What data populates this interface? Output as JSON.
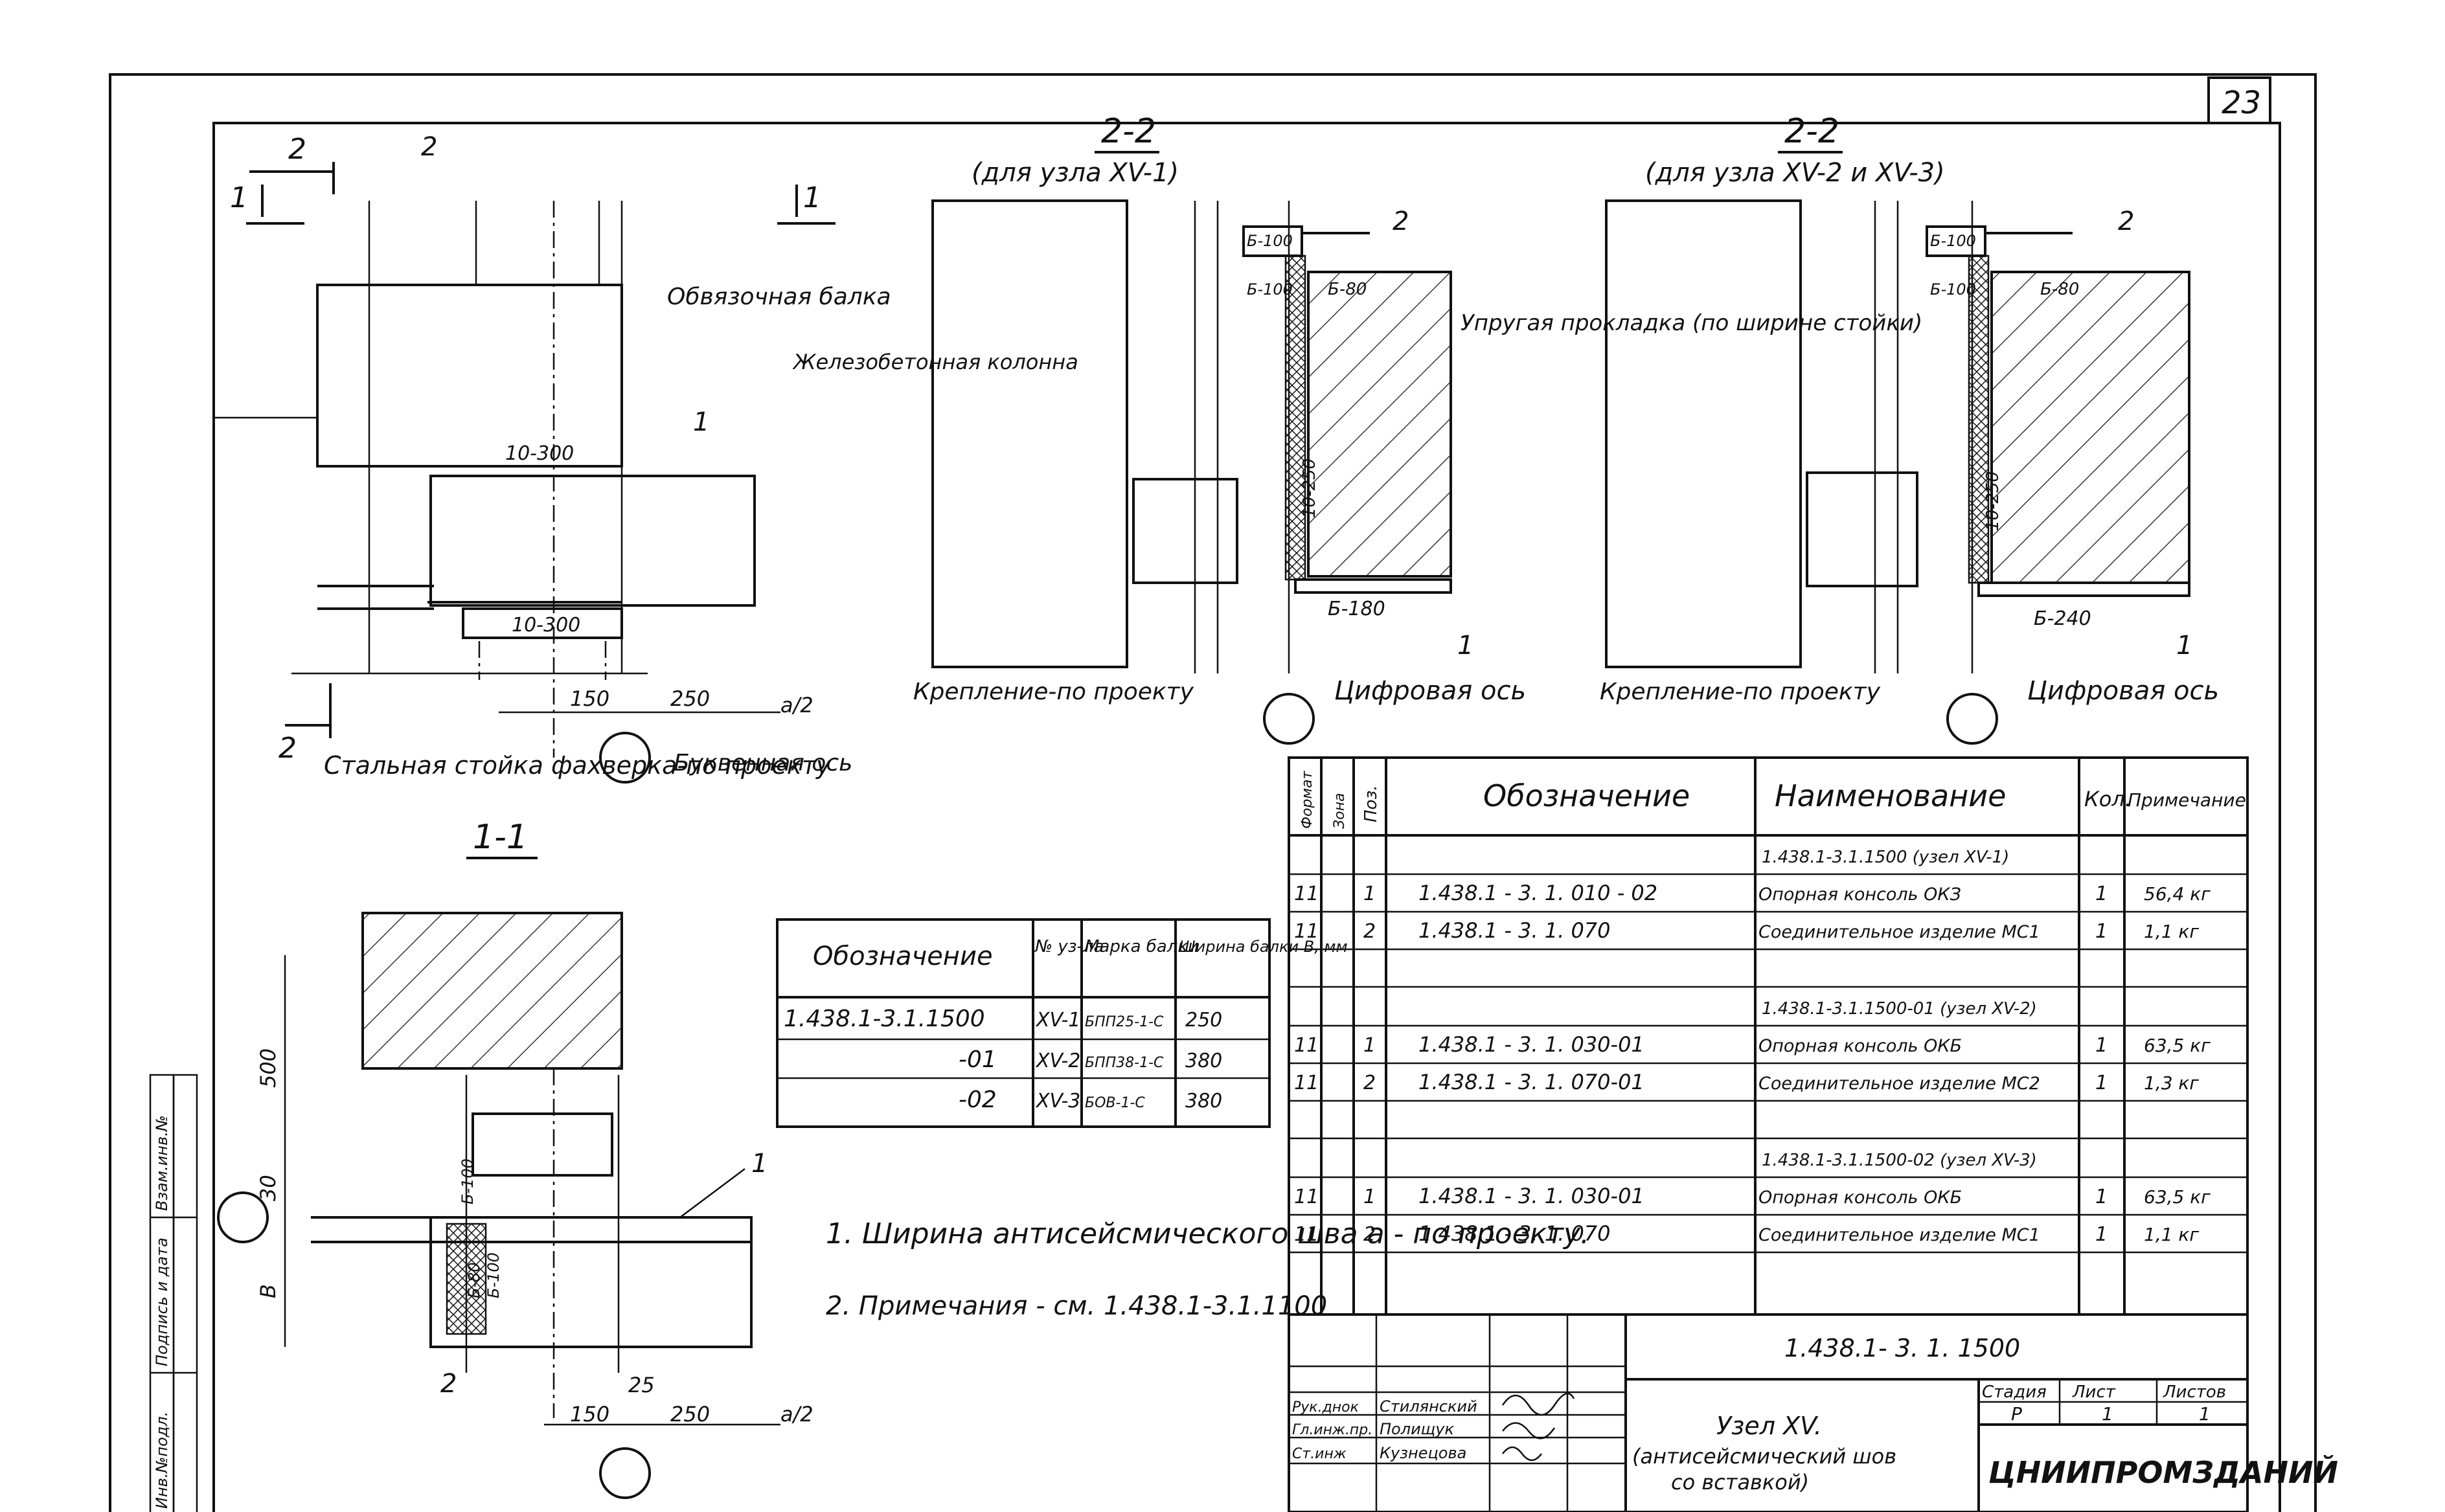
{
  "sheet": {
    "page_number": "23",
    "doc_code": "1.438.1- 3. 1. 1500",
    "title_lines": [
      "Узел XV.",
      "(антисейсмический шов",
      "со вставкой)"
    ],
    "org": "ЦНИИПРОМЗДАНИЙ",
    "stage_hdr": "Стадия",
    "stage_val": "Р",
    "sheet_hdr": "Лист",
    "sheet_val": "1",
    "sheets_hdr": "Листов",
    "sheets_val": "1"
  },
  "signatures": [
    {
      "role": "Рук.днок",
      "name": "Стилянский"
    },
    {
      "role": "Гл.инж.пр.",
      "name": "Полищук"
    },
    {
      "role": "Ст.инж",
      "name": "Кузнецова"
    }
  ],
  "left_stamp": [
    "Инв.№подл.",
    "Подпись и дата",
    "Взам.инв.№"
  ],
  "views": {
    "plan": {
      "cut_marks": [
        "2",
        "1",
        "1",
        "2"
      ],
      "labels": {
        "pos2": "2",
        "pos1": "1",
        "beam": "Обвязочная балка",
        "plate_top": "10-300",
        "plate_bot": "10-300",
        "dim_150": "150",
        "dim_250": "250",
        "dim_a": "а/2",
        "post": "Стальная стойка фахверка-по проекту",
        "axis": "Буквенная ось"
      }
    },
    "section_1_1": {
      "title": "1-1",
      "labels": {
        "dim_500": "500",
        "dim_30": "30",
        "dim_B": "В",
        "plate": "Б-100",
        "plate2": "Б-80",
        "plate3": "Б-100",
        "pos1": "1",
        "pos2": "2",
        "dim_25": "25",
        "dim_150": "150",
        "dim_250": "250",
        "dim_a": "а/2"
      }
    },
    "section_2_2_a": {
      "title": "2-2",
      "subtitle": "(для узла XV-1)",
      "labels": {
        "column": "Железобетонная колонна",
        "b100a": "Б-100",
        "b100b": "Б-100",
        "b80": "Б-80",
        "p10": "10-250",
        "b180": "Б-180",
        "pos1": "1",
        "pos2": "2",
        "fix": "Крепление-по проекту",
        "axis": "Цифровая ось"
      }
    },
    "section_2_2_b": {
      "title": "2-2",
      "subtitle": "(для узла XV-2 и XV-3)",
      "labels": {
        "b100a": "Б-100",
        "b100b": "Б-100",
        "b80": "Б-80",
        "p10": "10-250",
        "b240": "Б-240",
        "pos1": "1",
        "pos2": "2",
        "fix": "Крепление-по проекту",
        "axis": "Цифровая ось"
      }
    },
    "pad_note": "Упругая прокладка (по ширине стойки)"
  },
  "notes": [
    "1. Ширина антисейсмического шва а - по проекту.",
    "2. Примечания - см. 1.438.1-3.1.1100"
  ],
  "small_table": {
    "headers": [
      "Обозначение",
      "№ уз-ла",
      "Марка балки",
      "Ширина балки В, мм"
    ],
    "rows": [
      [
        "1.438.1-3.1.1500",
        "XV-1",
        "БПП25-1-С",
        "250"
      ],
      [
        "-01",
        "XV-2",
        "БПП38-1-С",
        "380"
      ],
      [
        "-02",
        "XV-3",
        "БОВ-1-С",
        "380"
      ]
    ]
  },
  "spec_table": {
    "headers": [
      "Формат",
      "Зона",
      "Поз.",
      "Обозначение",
      "Наименование",
      "Кол.",
      "Примечание"
    ],
    "rows": [
      {
        "group": "1.438.1-3.1.1500 (узел XV-1)"
      },
      {
        "fmt": "11",
        "pos": "1",
        "code": "1.438.1 - 3. 1. 010 - 02",
        "name": "Опорная консоль ОКЗ",
        "qty": "1",
        "note": "56,4 кг"
      },
      {
        "fmt": "11",
        "pos": "2",
        "code": "1.438.1 - 3. 1. 070",
        "name": "Соединительное изделие МС1",
        "qty": "1",
        "note": "1,1 кг"
      },
      {
        "group": "1.438.1-3.1.1500-01 (узел XV-2)"
      },
      {
        "fmt": "11",
        "pos": "1",
        "code": "1.438.1 - 3. 1. 030-01",
        "name": "Опорная консоль ОКБ",
        "qty": "1",
        "note": "63,5 кг"
      },
      {
        "fmt": "11",
        "pos": "2",
        "code": "1.438.1 - 3. 1. 070-01",
        "name": "Соединительное изделие МС2",
        "qty": "1",
        "note": "1,3 кг"
      },
      {
        "group": "1.438.1-3.1.1500-02 (узел XV-3)"
      },
      {
        "fmt": "11",
        "pos": "1",
        "code": "1.438.1 - 3. 1. 030-01",
        "name": "Опорная консоль ОКБ",
        "qty": "1",
        "note": "63,5 кг"
      },
      {
        "fmt": "11",
        "pos": "2",
        "code": "1.438.1 - 3. 1. 070",
        "name": "Соединительное изделие МС1",
        "qty": "1",
        "note": "1,1 кг"
      }
    ]
  }
}
